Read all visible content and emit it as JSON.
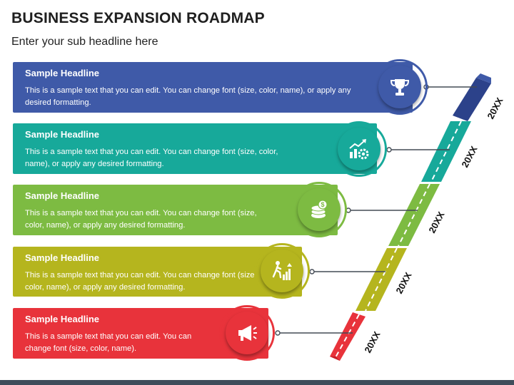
{
  "title": "BUSINESS EXPANSION ROADMAP",
  "subtitle": "Enter your sub headline here",
  "items": [
    {
      "headline": "Sample Headline",
      "text": "This is a sample text that you can edit. You can change font (size, color, name), or apply any desired formatting.",
      "year": "20XX",
      "color": "#3f5aa8",
      "dark": "#2c428a",
      "icon": "trophy-icon"
    },
    {
      "headline": "Sample Headline",
      "text": "This is a sample text that you can edit. You can change font (size, color, name), or apply any desired formatting.",
      "year": "20XX",
      "color": "#17a99a",
      "dark": "#0f8a7d",
      "icon": "growth-chart-gear-icon"
    },
    {
      "headline": "Sample Headline",
      "text": "This is a sample text that you can edit. You can change font (size, color, name), or apply any desired formatting.",
      "year": "20XX",
      "color": "#7dbb42",
      "dark": "#5f9a2c",
      "icon": "coins-icon"
    },
    {
      "headline": "Sample Headline",
      "text": "This is a sample text that you can edit. You can change font (size, color, name), or apply any desired formatting.",
      "year": "20XX",
      "color": "#b5b51e",
      "dark": "#929212",
      "icon": "climbing-person-icon"
    },
    {
      "headline": "Sample Headline",
      "text": "This is a sample text that you can edit. You can change font (size, color, name).",
      "year": "20XX",
      "color": "#e8333b",
      "dark": "#c41f27",
      "icon": "megaphone-icon"
    }
  ]
}
